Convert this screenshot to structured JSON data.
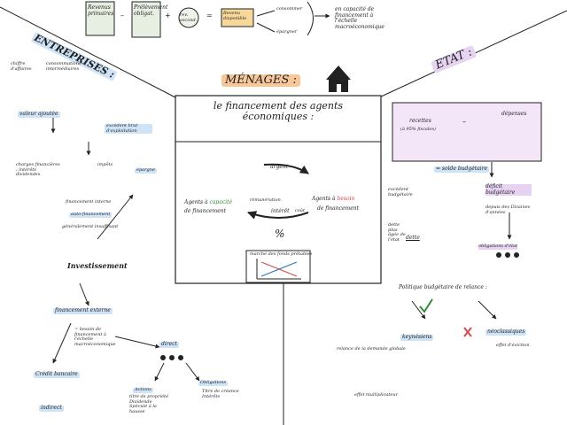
{
  "top_formula": {
    "revenu_primaire": "Revenus primaires",
    "prelevements": "Prélèvement obligat.",
    "rev_second": "rev. second.",
    "revenu_disponible": "Revenu disponible",
    "consommer": "consommer",
    "epargner": "épargner",
    "macro": "en capacité de financement à l'échelle macroéconomique",
    "ops": [
      "–",
      "+",
      "="
    ]
  },
  "entreprises": {
    "title": "ENTREPRISES :",
    "chiffre": "chiffre d'affaires",
    "conso": "consommations intermédiaires",
    "valeur_ajoutee": "valeur ajoutée",
    "ebe": "excédent brut d'exploitation",
    "charges": "charges financières : intérêts dividendes",
    "impots": "impôts",
    "epargne": "épargne",
    "financement_interne": "financement interne",
    "autofinancement": "auto-financement",
    "insuffisant": "généralement insuffisant",
    "investissement": "Investissement",
    "financement_externe": "financement externe",
    "besoin": "= besoin de financement à l'échelle macroéconomique",
    "direct": "direct",
    "credit": "Crédit bancaire",
    "indirect": "indirect",
    "actions": "Actions",
    "actions_desc": "titre de propriété Dividende Spéculé à la hausse",
    "obligations": "Obligations",
    "obligations_desc": "Titre de créance Intérêts"
  },
  "menages": {
    "title": "MÉNAGES :",
    "box_title": "le financement des agents économiques :",
    "argent": "argent",
    "capacite_1": "Agents à ",
    "capacite_word": "capacité",
    "capacite_2": "de financement",
    "besoin_1": "Agents à ",
    "besoin_word": "besoin",
    "besoin_2": "de financement",
    "remuneration": "rémunération",
    "interet": "intérêt",
    "cout": "coût",
    "percent": "%",
    "marche": "marché des fonds prêtables"
  },
  "etat": {
    "title": "ETAT :",
    "recettes": "recettes",
    "recettes_note": "(à 95% fiscales)",
    "depenses": "dépenses",
    "minus": "–",
    "solde": "= solde budgétaire",
    "excedent": "excédent budgétaire",
    "deficit": "déficit budgétaire",
    "deficit_note": "depuis des Dizaines d'années",
    "dette_note": "dette plus âgée de l'état",
    "dette": "dette",
    "obligations": "obligations d'état",
    "politique": "Politique budgétaire de relance :",
    "keynesiens": "keynésiens",
    "neoclassiques": "néoclassiques",
    "relance": "relance de la demande globale",
    "effet_eviction": "effet d'éviction",
    "effet_multiplicateur": "effet multiplicateur"
  },
  "colors": {
    "blue_highlight": "#cfe3f7",
    "orange_highlight": "#f6c79a",
    "purple_highlight": "#e6d3f2",
    "green": "#2f8a3a",
    "red": "#d24a4a"
  }
}
